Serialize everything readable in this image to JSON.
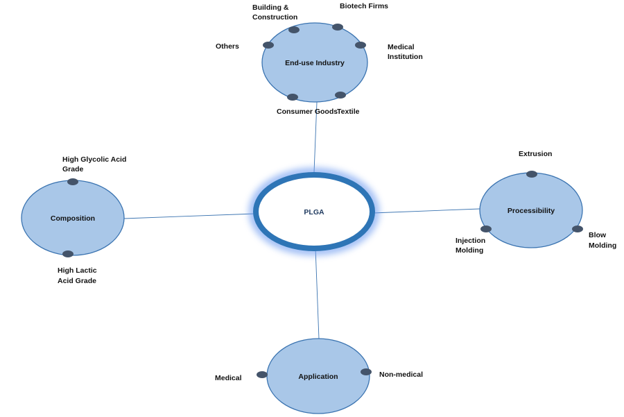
{
  "center": {
    "label": "PLGA"
  },
  "end_use": {
    "label": "End-use Industry",
    "items": {
      "building": [
        "Building &",
        "Construction"
      ],
      "biotech": [
        "Biotech Firms"
      ],
      "others": [
        "Others"
      ],
      "medical_institution": [
        "Medical",
        "Institution"
      ],
      "consumer_goods": [
        "Consumer Goods"
      ],
      "textile": [
        "Textile"
      ]
    }
  },
  "composition": {
    "label": "Composition",
    "items": {
      "glycolic": [
        "High Glycolic Acid",
        "Grade"
      ],
      "lactic": [
        "High Lactic",
        "Acid Grade"
      ]
    }
  },
  "processibility": {
    "label": "Processibility",
    "items": {
      "extrusion": [
        "Extrusion"
      ],
      "injection": [
        "Injection",
        "Molding"
      ],
      "blow": [
        "Blow",
        "Molding"
      ]
    }
  },
  "application": {
    "label": "Application",
    "items": {
      "medical": [
        "Medical"
      ],
      "non_medical": [
        "Non-medical"
      ]
    }
  }
}
